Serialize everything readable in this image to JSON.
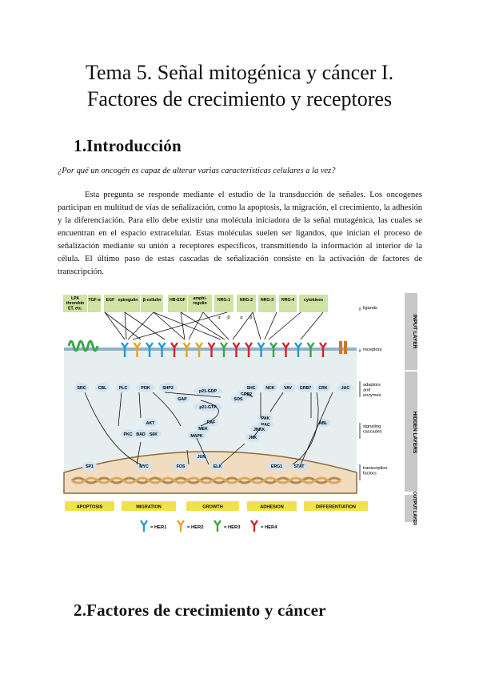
{
  "title_line1": "Tema 5. Señal mitogénica y cáncer I.",
  "title_line2": "Factores de crecimiento y receptores",
  "section1": "1.Introducción",
  "question": "¿Por qué un oncogén es capaz de alterar varias características celulares a la vez?",
  "paragraph": "Esta pregunta se responde mediante el estudio de la transducción de señales. Los oncogenes participan en multitud de vías de señalización, como la apoptosis, la migración, el crecimiento, la adhesión y la diferenciación. Para ello debe existir una molécula iniciadora de la señal mutagénica, las cuales se encuentran en el espacio extracelular. Estas moléculas suelen ser ligandos, que inician el proceso de señalización mediante su unión a receptores específicos, transmitiendo la información al interior de la célula. El último paso de estas cascadas de señalización consiste en la activación de factores de transcripción.",
  "section2": "2.Factores de crecimiento y cáncer",
  "figure": {
    "ligands": [
      "LPA\nthrombin\nET, etc.",
      "TGF-α",
      "EGF",
      "epiregulin",
      "β-cellulin",
      "HB-EGF",
      "amphi-\nregulin",
      "NRG-1",
      "NRG-2",
      "NRG-3",
      "NRG-4",
      "cytokines"
    ],
    "nrg_subs": [
      "α",
      "β",
      "α",
      "β"
    ],
    "adaptors_row": [
      "SRC",
      "CBL",
      "PLC",
      "PI3K",
      "SHP2",
      "SHC",
      "NCK",
      "VAV",
      "GRB7",
      "CRK",
      "JAC"
    ],
    "middle_nodes": [
      "GAP",
      "p21-GDP",
      "p21-GTP",
      "GRB2",
      "SOS",
      "RAC",
      "AKT",
      "RAF",
      "MEK",
      "MAPK",
      "PAK",
      "JNKK",
      "JNK",
      "ABL",
      "PKC",
      "BAD",
      "S6K",
      "JUN"
    ],
    "tf_row": [
      "SP1",
      "MYC",
      "FOS",
      "ELK",
      "ERG1",
      "STAT"
    ],
    "outputs": [
      "APOPTOSIS",
      "MIGRATION",
      "GROWTH",
      "ADHESION",
      "DIFFERENTIATION"
    ],
    "right_labels": [
      "ligands",
      "receptors",
      "adaptors\nand\nenzymes",
      "signaling\ncascades",
      "transcription\nfactors"
    ],
    "layers": [
      "INPUT LAYER",
      "HIDDEN LAYERS",
      "OUTPUT\nLAYER"
    ],
    "legend": [
      "= HER1",
      "= HER2",
      "= HER3",
      "= HER4"
    ],
    "colors": {
      "her1": "#1e9ad6",
      "her2": "#e8a21c",
      "her3": "#3aa64a",
      "her4": "#d2232a",
      "ligand_box": "#cfe3a4",
      "output_box": "#f2e24a",
      "node": "#cfe3f2",
      "cell": "#e7eeef",
      "nucleus": "#f1dcc0",
      "gray_band": "#c8c8c8"
    }
  }
}
